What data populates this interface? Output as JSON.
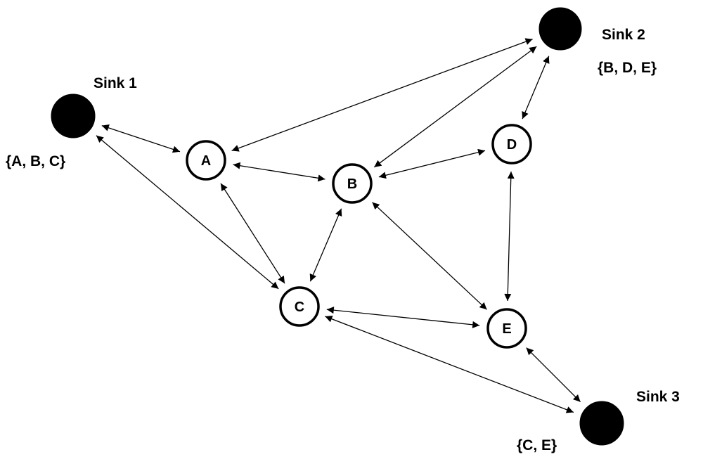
{
  "nodes": [
    {
      "id": "A",
      "label": "A"
    },
    {
      "id": "B",
      "label": "B"
    },
    {
      "id": "C",
      "label": "C"
    },
    {
      "id": "D",
      "label": "D"
    },
    {
      "id": "E",
      "label": "E"
    }
  ],
  "sinks": [
    {
      "id": "sink1",
      "label": "Sink 1",
      "set": "{A, B, C}"
    },
    {
      "id": "sink2",
      "label": "Sink 2",
      "set": "{B, D, E}"
    },
    {
      "id": "sink3",
      "label": "Sink 3",
      "set": "{C, E}"
    }
  ],
  "edges": [
    {
      "from": "sink1",
      "to": "A",
      "directed": "both"
    },
    {
      "from": "sink1",
      "to": "C",
      "directed": "both"
    },
    {
      "from": "sink2",
      "to": "A",
      "directed": "both"
    },
    {
      "from": "sink2",
      "to": "B",
      "directed": "both"
    },
    {
      "from": "sink2",
      "to": "D",
      "directed": "both"
    },
    {
      "from": "A",
      "to": "B",
      "directed": "both"
    },
    {
      "from": "A",
      "to": "C",
      "directed": "both"
    },
    {
      "from": "B",
      "to": "C",
      "directed": "both"
    },
    {
      "from": "B",
      "to": "D",
      "directed": "both"
    },
    {
      "from": "B",
      "to": "E",
      "directed": "both"
    },
    {
      "from": "D",
      "to": "E",
      "directed": "both"
    },
    {
      "from": "C",
      "to": "E",
      "directed": "both"
    },
    {
      "from": "C",
      "to": "sink3",
      "directed": "both"
    },
    {
      "from": "E",
      "to": "sink3",
      "directed": "both"
    }
  ]
}
